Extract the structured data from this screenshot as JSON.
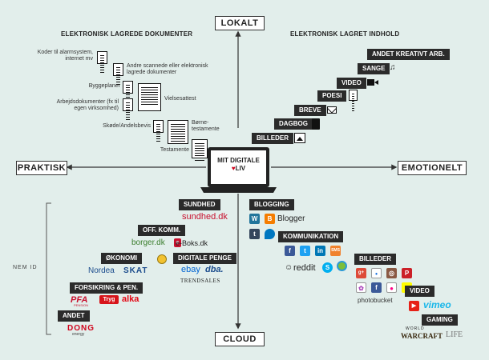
{
  "axes": {
    "top": "LOKALT",
    "bottom": "CLOUD",
    "left": "PRAKTISK",
    "right": "EMOTIONELT"
  },
  "center": {
    "line1": "MIT DIGITALE",
    "heart": "♥",
    "line2": "LIV"
  },
  "quadrant_titles": {
    "top_left": "ELEKTRONISK LAGREDE DOKUMENTER",
    "top_right": "ELEKTRONISK LAGRET INDHOLD"
  },
  "documents": [
    "Koder til alarmsystem, internet mv",
    "Andre scannede eller elektronisk lagrede dokumenter",
    "Byggeplaner",
    "Arbejdsdokumenter (fx til egen virksomhed)",
    "Vielsesattest",
    "Skøde/Andelsbevis",
    "Børne-testamente",
    "Testamente"
  ],
  "content": [
    "ANDET KREATIVT ARB.",
    "SANGE",
    "VIDEO",
    "POESI",
    "BREVE",
    "DAGBOG",
    "BILLEDER"
  ],
  "cloud_practical": {
    "side_label": "NEM ID",
    "categories": {
      "sundhed": "SUNDHED",
      "off_komm": "OFF. KOMM.",
      "okonomi": "ØKONOMI",
      "digitale_penge": "DIGITALE PENGE",
      "forsikring": "FORSIKRING & PEN.",
      "andet": "ANDET"
    },
    "brands": {
      "sundhed": "sundhed.dk",
      "borger": "borger.dk",
      "eboks": "e-Boks.dk",
      "nordea": "Nordea",
      "skat": "SKAT",
      "ebay": "ebay",
      "dba": "dba.",
      "trendsales": "TRENDSALES",
      "pfa": "PFA",
      "pfa_sub": "PENSION",
      "tryg": "Tryg",
      "alka": "alka",
      "dong": "DONG",
      "dong_sub": "energy"
    }
  },
  "cloud_emotional": {
    "categories": {
      "blogging": "BLOGGING",
      "kommunikation": "KOMMUNIKATION",
      "billeder": "BILLEDER",
      "video": "VIDEO",
      "gaming": "GAMING"
    },
    "brands": {
      "blogger": "Blogger",
      "reddit": "reddit",
      "photobucket": "photobucket",
      "vimeo": "vimeo",
      "wow_top": "WORLD",
      "wow": "WARCRAFT",
      "life": "LIFE"
    }
  },
  "icons": {
    "music": "music-note-icon",
    "video": "video-camera-icon",
    "letter": "envelope-icon"
  },
  "colors": {
    "background": "#e2eeeb",
    "label_bg": "#2b2b2b",
    "heart": "#d0021b",
    "facebook": "#3b5998",
    "twitter": "#1da1f2",
    "youtube": "#e62117"
  }
}
